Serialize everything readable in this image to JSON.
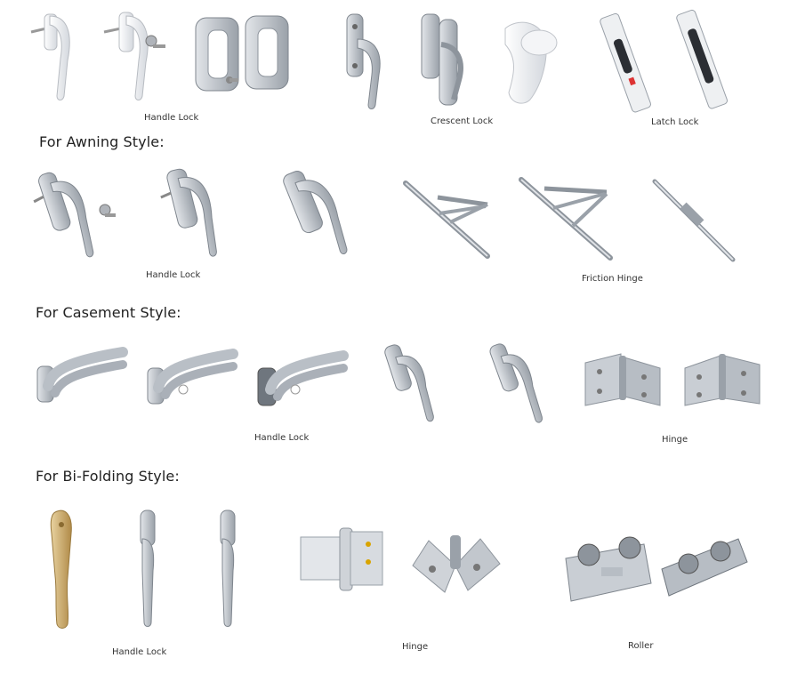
{
  "sections": [
    {
      "heading": "",
      "groups": [
        {
          "caption": "Handle Lock",
          "items": [
            "white-handle-icon",
            "white-key-handle-icon",
            "silver-sliding-handle-icon"
          ]
        },
        {
          "caption": "Crescent Lock",
          "items": [
            "silver-crescent-handle-icon",
            "silver-crescent-lock-icon",
            "white-crescent-lock-icon"
          ]
        },
        {
          "caption": "Latch Lock",
          "items": [
            "latch-plate-icon",
            "latch-plate-icon"
          ]
        }
      ]
    },
    {
      "heading": "For Awning Style:",
      "groups": [
        {
          "caption": "Handle Lock",
          "items": [
            "key-handle-icon",
            "handle-icon",
            "handle-icon"
          ]
        },
        {
          "caption": "Friction Hinge",
          "items": [
            "friction-stay-icon",
            "friction-stay-icon",
            "restrictor-arm-icon"
          ]
        }
      ]
    },
    {
      "heading": "For Casement Style:",
      "groups": [
        {
          "caption": "Handle Lock",
          "items": [
            "lever-handle-icon",
            "lever-handle-icon",
            "lever-handle-icon",
            "cockspur-handle-icon",
            "cockspur-handle-icon"
          ]
        },
        {
          "caption": "Hinge",
          "items": [
            "hinge-icon",
            "hinge-icon"
          ]
        }
      ]
    },
    {
      "heading": "For Bi-Folding Style:",
      "groups": [
        {
          "caption": "Handle Lock",
          "items": [
            "gold-handle-icon",
            "silver-handle-icon",
            "silver-handle-icon"
          ]
        },
        {
          "caption": "Hinge",
          "items": [
            "bifold-hinge-icon",
            "bifold-hinge-icon"
          ]
        },
        {
          "caption": "Roller",
          "items": [
            "roller-icon",
            "roller-icon"
          ]
        }
      ]
    }
  ],
  "colors": {
    "metal": "#c7ccd2",
    "metal_dark": "#8d949c",
    "white_part": "#f2f3f5",
    "gold": "#c8a868",
    "text": "#222222"
  }
}
